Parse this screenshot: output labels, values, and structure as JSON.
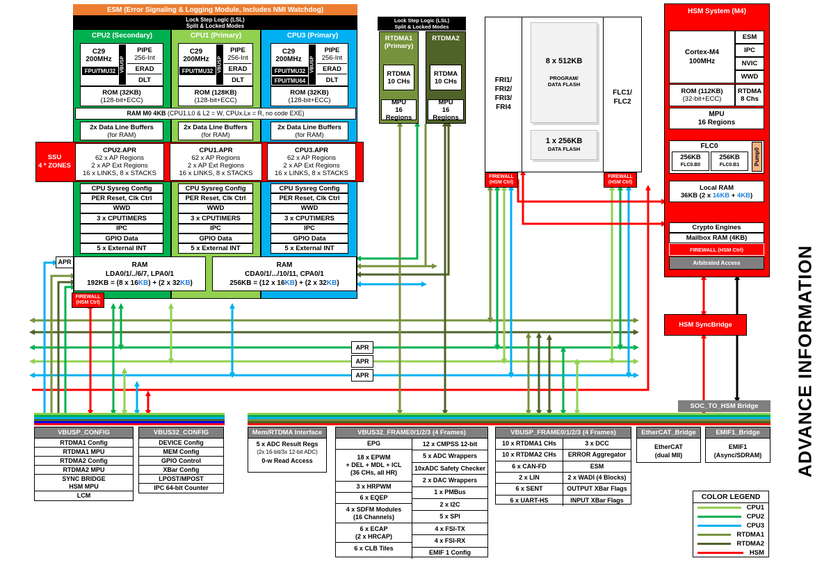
{
  "esm": "ESM (Error Signaling & Logging Module, Includes NMI Watchdog)",
  "lsl_main": "Lock Step Logic (LSL)\nSplit & Locked Modes",
  "lsl_rtdma": "Lock Step Logic (LSL)\nSplit & Locked Modes",
  "cpu2": {
    "title": "CPU2 (Secondary)",
    "core": "C29\n200MHz",
    "fpu": "FPU/TMU32",
    "pipe": "PIPE",
    "pipe_sub": "256-Int",
    "erad": "ERAD",
    "dlt": "DLT",
    "rom": "ROM (32KB)",
    "rom_sub": "(128-bit+ECC)"
  },
  "cpu1": {
    "title": "CPU1 (Primary)",
    "core": "C29\n200MHz",
    "fpu": "FPU/TMU32",
    "pipe": "PIPE",
    "pipe_sub": "256-Int",
    "erad": "ERAD",
    "dlt": "DLT",
    "rom": "ROM (128KB)",
    "rom_sub": "(128-bit+ECC)"
  },
  "cpu3": {
    "title": "CPU3 (Primary)",
    "core": "C29\n200MHz",
    "fpu": "FPU/TMU32",
    "fpu2": "FPU/TMU64",
    "pipe": "PIPE",
    "pipe_sub": "256-Int",
    "erad": "ERAD",
    "dlt": "DLT",
    "rom": "ROM (32KB)",
    "rom_sub": "(128-bit+ECC)"
  },
  "vbusp": "VBUSP",
  "ram_m0": "RAM M0 4KB",
  "ram_m0_sub": "(CPU1.L0 & L2 = W, CPUx.Lx = R, no code EXE)",
  "dlb": "2x Data Line Buffers",
  "dlb_sub": "(for RAM)",
  "ssu": "SSU\n4 * ZONES",
  "apr": [
    {
      "title": "CPU2.APR",
      "l1": "62 x AP Regions",
      "l2": "2 x AP Ext Regions",
      "l3": "16 x LINKS, 8 x STACKS"
    },
    {
      "title": "CPU1.APR",
      "l1": "62 x AP Regions",
      "l2": "2 x AP Ext Regions",
      "l3": "16 x LINKS, 8 x STACKS"
    },
    {
      "title": "CPU3.APR",
      "l1": "62 x AP Regions",
      "l2": "2 x AP Ext Regions",
      "l3": "16 x LINKS, 8 x STACKS"
    }
  ],
  "cpu_periph": [
    "CPU Sysreg Config",
    "PER Reset, Clk Ctrl",
    "WWD",
    "3 x CPUTIMERS",
    "IPC",
    "GPIO Data",
    "5 x External INT"
  ],
  "apr_label": "APR",
  "ram_l": {
    "title": "RAM",
    "l1": "LDA0/1/../6/7, LPA0/1",
    "l2a": "192KB = (8 x 16",
    "kb": "KB",
    "l2b": ") + (2 x 32",
    "l2c": ")"
  },
  "ram_r": {
    "title": "RAM",
    "l1": "CDA0/1/.../10/11, CPA0/1",
    "l2a": "256KB = (12 x 16",
    "kb": "KB",
    "l2b": ") + (2 x 32",
    "l2c": ")"
  },
  "firewall": "FIREWALL\n(HSM Ctrl)",
  "rtdma1": {
    "title": "RTDMA1\n(Primary)",
    "core": "RTDMA\n10 CHs",
    "mpu": "MPU\n16 Regions"
  },
  "rtdma2": {
    "title": "RTDMA2",
    "core": "RTDMA\n10 CHs",
    "mpu": "MPU\n16 Regions"
  },
  "fri": "FRI1/\nFRI2/\nFRI3/\nFRI4",
  "flc": "FLC1/\nFLC2",
  "flash_prog": "8 x 512KB",
  "flash_prog_sub": "PROGRAM/\nDATA FLASH",
  "flash_data": "1 x 256KB",
  "flash_data_sub": "DATA FLASH",
  "hsm": {
    "title": "HSM System (M4)",
    "core": "Cortex-M4\n100MHz",
    "esm": "ESM",
    "ipc": "IPC",
    "nvic": "NVIC",
    "wwd": "WWD",
    "rom": "ROM (112KB)",
    "rom_sub": "(32-bit+ECC)",
    "rtdma": "RTDMA\n8 Chs",
    "mpu": "MPU\n16 Regions",
    "flc0": "FLC0",
    "b0": "256KB",
    "b0s": "FLC0.B0",
    "b1": "256KB",
    "b1s": "FLC0.B1",
    "pump": "Pump0",
    "lram": "Local RAM",
    "lram_a": "36KB (2 x ",
    "lram_b": "16KB",
    "lram_c": " + ",
    "lram_d": "4KB",
    "lram_e": ")",
    "crypto": "Crypto Engines",
    "mailbox": "Mailbox RAM (4KB)",
    "fw": "FIREWALL (HSM Ctrl)",
    "arb": "Arbitrated Access"
  },
  "hsm_syncbridge": "HSM SyncBridge",
  "soc_bridge": "SOC_TO_HSM Bridge",
  "vbusp_config": {
    "title": "VBUSP_CONFIG",
    "items": [
      "RTDMA1 Config",
      "RTDMA1 MPU",
      "RTDMA2 Config",
      "RTDMA2 MPU",
      "SYNC BRIDGE\nHSM MPU",
      "LCM"
    ]
  },
  "vbus32_config": {
    "title": "VBUS32_CONFIG",
    "items": [
      "DEVICE Config",
      "MEM Config",
      "GPIO Control",
      "XBar Config",
      "LPOST/MPOST",
      "IPC 64-bit Counter"
    ]
  },
  "mem_rtdma": {
    "title": "Mem/RTDMA Interface",
    "l1": "5 x ADC Result Regs",
    "l2": "(2x 16-bit/3x 12-bit ADC)",
    "l3": "0-w Read Access"
  },
  "frame32": {
    "title": "VBUS32_FRAME0/1/2/3  (4 Frames)",
    "left": [
      "EPG",
      "18 x EPWM\n+ DEL + MDL + ICL\n(36 CHs, all HR)",
      "3 x HRPWM",
      "6 x EQEP",
      "4 x SDFM Modules\n(16 Channels)",
      "6 x ECAP\n(2 x HRCAP)",
      "6 x CLB Tiles"
    ],
    "right": [
      "12 x CMPSS 12-bit",
      "5 x ADC Wrappers",
      "10xADC Safety Checker",
      "2 x DAC Wrappers",
      "1 x PMBus",
      "2 x I2C",
      "5 x SPI",
      "4 x FSI-TX",
      "4 x FSI-RX",
      "EMIF 1 Config"
    ]
  },
  "framep": {
    "title": "VBUSP_FRAME0/1/2/3  (4 Frames)",
    "left": [
      "10 x RTDMA1 CHs",
      "10 x RTDMA2 CHs",
      "6 x CAN-FD",
      "2 x LIN",
      "6 x SENT",
      "6 x UART-HS"
    ],
    "right": [
      "3 x DCC",
      "ERROR Aggregator",
      "ESM",
      "2 x WADI (4 Blocks)",
      "OUTPUT XBar Flags",
      "INPUT XBar Flags"
    ]
  },
  "ethercat": {
    "title": "EtherCAT_Bridge",
    "body": "EtherCAT\n(dual MII)"
  },
  "emif": {
    "title": "EMIF1_Bridge",
    "body": "EMIF1\n(Async/SDRAM)"
  },
  "legend": {
    "title": "COLOR LEGEND",
    "items": [
      {
        "label": "CPU1",
        "color": "#92d050"
      },
      {
        "label": "CPU2",
        "color": "#00b050"
      },
      {
        "label": "CPU3",
        "color": "#00b0f0"
      },
      {
        "label": "RTDMA1",
        "color": "#76923c"
      },
      {
        "label": "RTDMA2",
        "color": "#4f6228"
      },
      {
        "label": "HSM",
        "color": "#ff0000"
      }
    ]
  },
  "advance": "ADVANCE INFORMATION",
  "colors": {
    "cpu1": "#92d050",
    "cpu2": "#00b050",
    "cpu3": "#00b0f0",
    "rtdma1": "#76923c",
    "rtdma2": "#4f6228",
    "hsm": "#ff0000",
    "esm": "#ed7d31",
    "gray": "#7f7f7f"
  }
}
